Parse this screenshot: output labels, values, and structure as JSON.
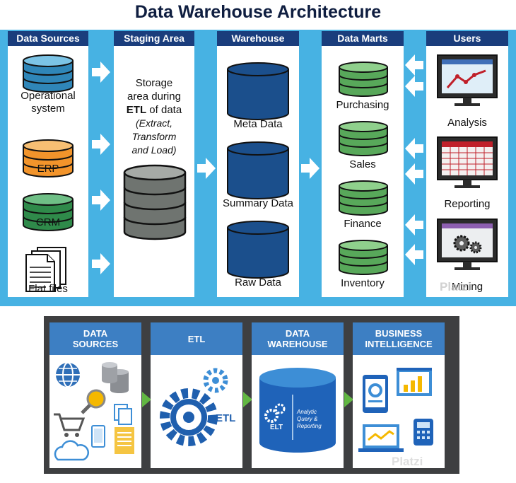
{
  "top": {
    "title": "Data Warehouse Architecture",
    "columns": {
      "data_sources": "Data Sources",
      "staging_area": "Staging Area",
      "warehouse": "Warehouse",
      "data_marts": "Data Marts",
      "users": "Users"
    },
    "sources": [
      "Operational system",
      "ERP",
      "CRM",
      "Flat files"
    ],
    "staging": {
      "line1": "Storage",
      "line2": "area during",
      "line3_bold": "ETL",
      "line3_rest": " of data",
      "line4": "(Extract,",
      "line5": "Transform",
      "line6": "and Load)"
    },
    "warehouse_items": [
      "Meta Data",
      "Summary Data",
      "Raw Data"
    ],
    "marts": [
      "Purchasing",
      "Sales",
      "Finance",
      "Inventory"
    ],
    "users": [
      "Analysis",
      "Reporting",
      "Mining"
    ],
    "watermark": "Platzi"
  },
  "bottom": {
    "data_sources": [
      "DATA",
      "SOURCES"
    ],
    "etl": "ETL",
    "etl_icon_label": "ETL",
    "data_warehouse": [
      "DATA",
      "WAREHOUSE"
    ],
    "warehouse_label_elt": "ELT",
    "warehouse_label_text": [
      "Analytic",
      "Query &",
      "Reporting"
    ],
    "business_intelligence": [
      "BUSINESS",
      "INTELLIGENCE"
    ],
    "watermark": "Platzi"
  },
  "colors": {
    "band": "#47b2e3",
    "header": "#1a3d7c",
    "source_blue": "#2f86b8",
    "source_orange": "#f2942b",
    "source_green": "#2f8a4a",
    "staging_gray": "#6f7470",
    "warehouse_navy": "#1b4f8c",
    "mart_green": "#58a85a",
    "bottom_bg": "#3e3f41",
    "bottom_header": "#3d7fc3",
    "bottom_arrow": "#62b743"
  }
}
